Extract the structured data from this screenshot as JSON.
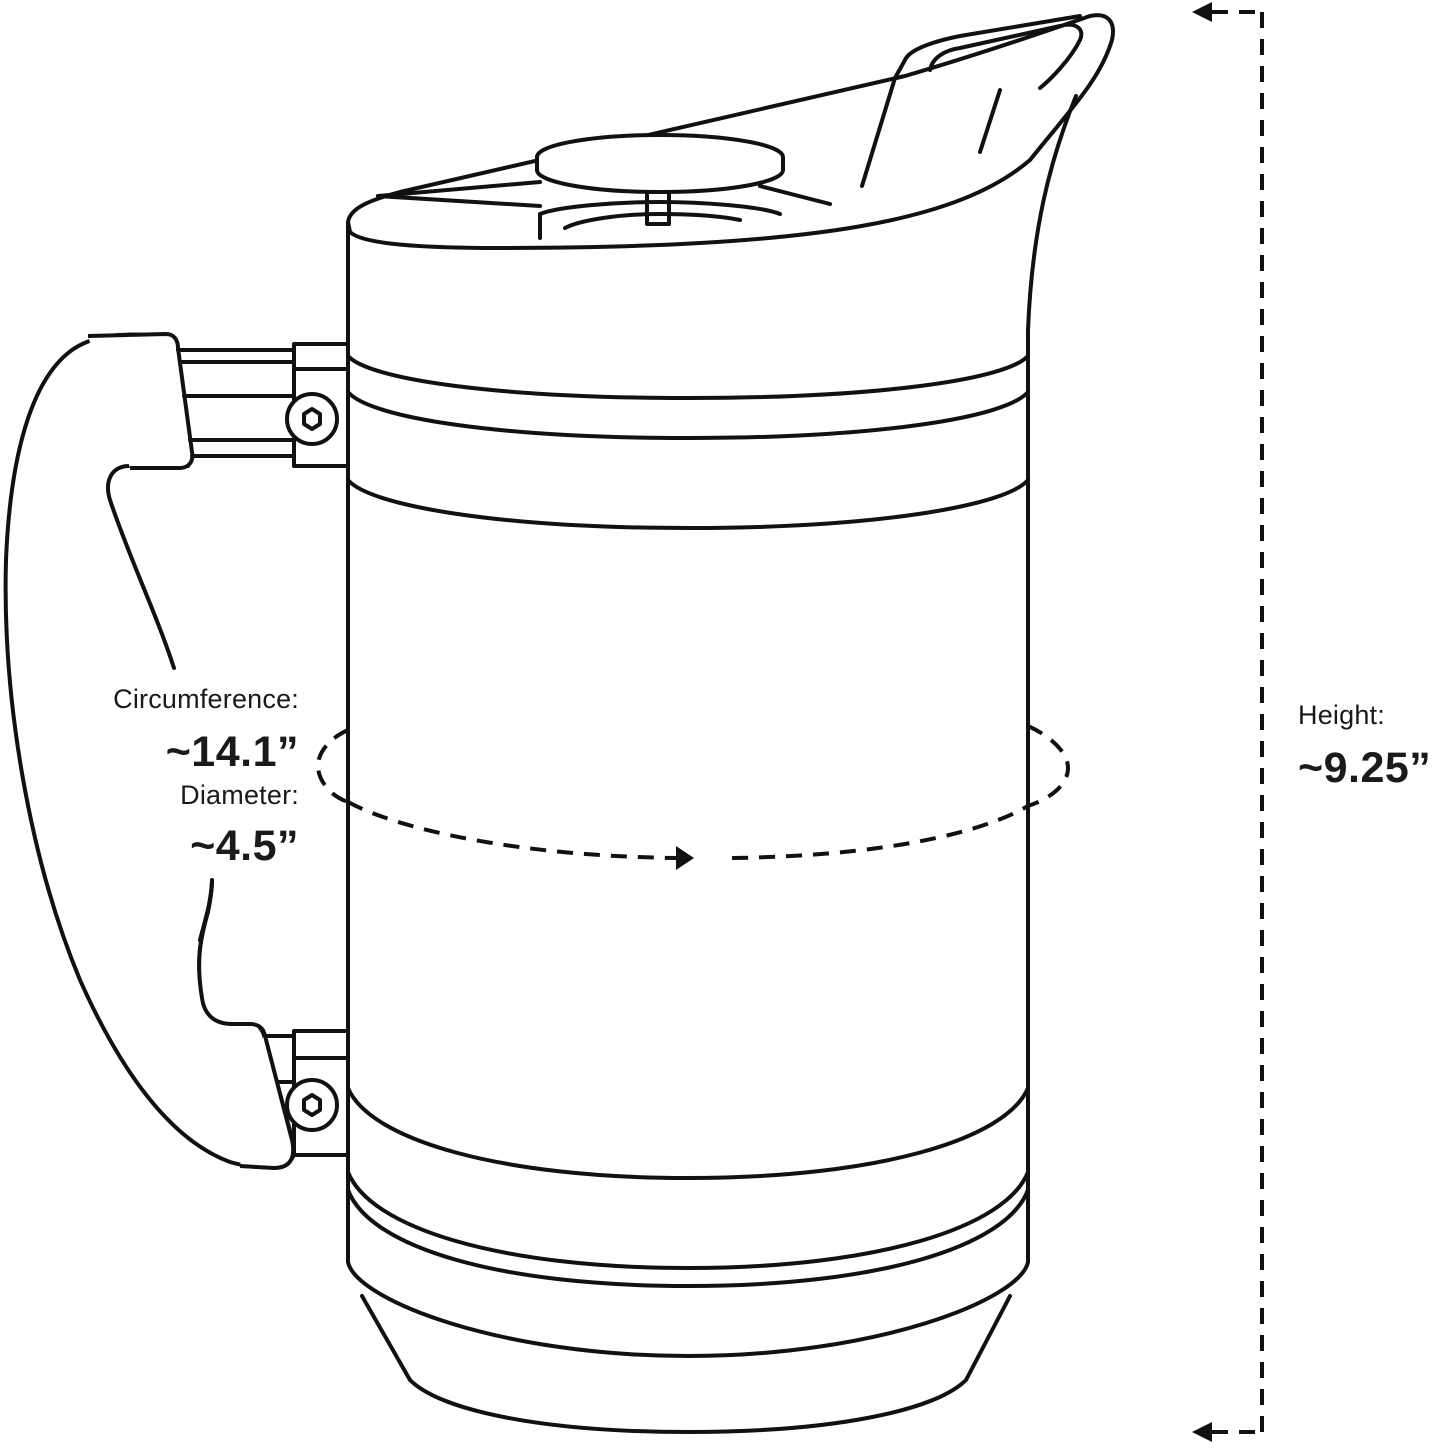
{
  "diagram": {
    "subject": "French press carafe line drawing",
    "line_color": "#111111",
    "background": "#ffffff"
  },
  "measurements": {
    "circumference": {
      "label": "Circumference:",
      "value": "~14.1”"
    },
    "diameter": {
      "label": "Diameter:",
      "value": "~4.5”"
    },
    "height": {
      "label": "Height:",
      "value": "~9.25”"
    }
  },
  "indicators": {
    "height_arrow": "dashed-bracket-arrows",
    "circumference_arrow": "dashed-ellipse-arrow"
  }
}
